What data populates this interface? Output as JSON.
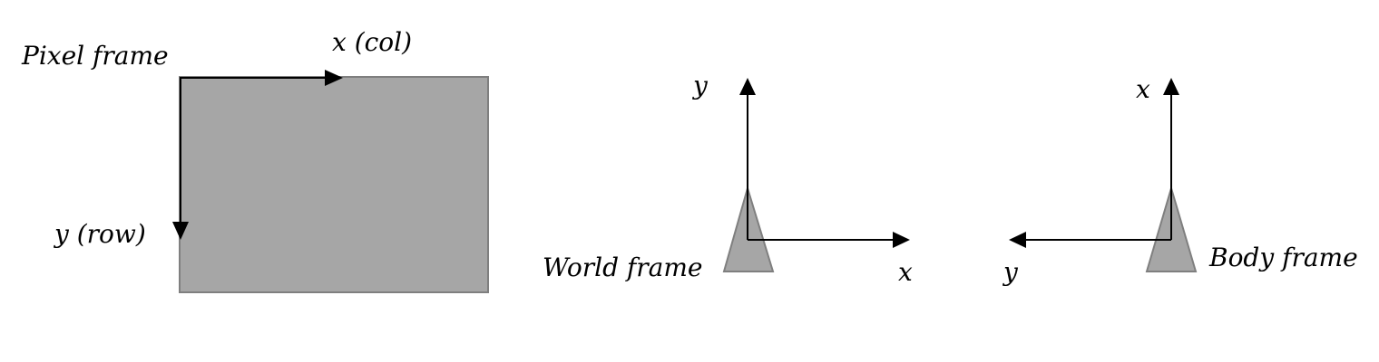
{
  "colors": {
    "image_fill": "#a6a6a6",
    "image_stroke": "#7f7f7f",
    "robot_fill": "#a6a6a6",
    "robot_stroke": "#7f7f7f",
    "axis": "#000000",
    "background": "#ffffff"
  },
  "pixel_frame": {
    "title": "Pixel frame",
    "x_label": "x (col)",
    "y_label": "y (row)"
  },
  "world_frame": {
    "title": "World frame",
    "x_label": "x",
    "y_label": "y"
  },
  "body_frame": {
    "title": "Body frame",
    "x_label": "x",
    "y_label": "y"
  }
}
